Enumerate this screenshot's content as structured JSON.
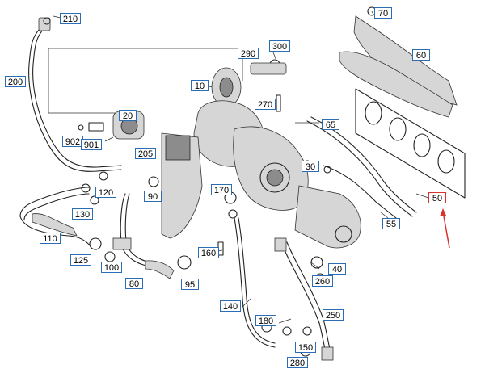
{
  "labels": {
    "l210": "210",
    "l70": "70",
    "l300": "300",
    "l290": "290",
    "l60": "60",
    "l200": "200",
    "l10": "10",
    "l270": "270",
    "l20": "20",
    "l65": "65",
    "l902": "902",
    "l901": "901",
    "l205": "205",
    "l30": "30",
    "l120": "120",
    "l90": "90",
    "l170": "170",
    "l50": "50",
    "l130": "130",
    "l55": "55",
    "l110": "110",
    "l125": "125",
    "l160": "160",
    "l40": "40",
    "l100": "100",
    "l260": "260",
    "l80": "80",
    "l95": "95",
    "l140": "140",
    "l250": "250",
    "l180": "180",
    "l150": "150",
    "l280": "280"
  },
  "colors": {
    "label_border": "#2b6db5",
    "highlight": "#d9332b"
  }
}
